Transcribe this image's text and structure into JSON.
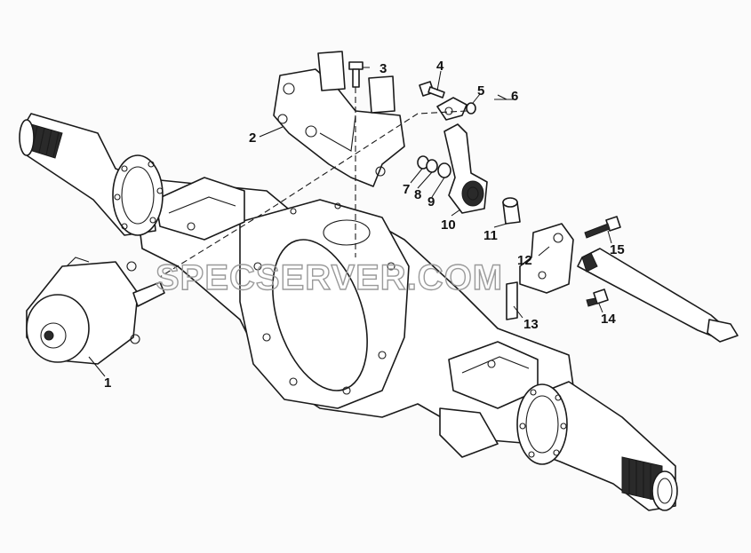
{
  "diagram": {
    "watermark": "SPECSERVER.COM",
    "callouts": [
      {
        "id": "1",
        "label": "1"
      },
      {
        "id": "2",
        "label": "2"
      },
      {
        "id": "3",
        "label": "3"
      },
      {
        "id": "4",
        "label": "4"
      },
      {
        "id": "5",
        "label": "5"
      },
      {
        "id": "6",
        "label": "6"
      },
      {
        "id": "7",
        "label": "7"
      },
      {
        "id": "8",
        "label": "8"
      },
      {
        "id": "9",
        "label": "9"
      },
      {
        "id": "10",
        "label": "10"
      },
      {
        "id": "11",
        "label": "11"
      },
      {
        "id": "12",
        "label": "12"
      },
      {
        "id": "13",
        "label": "13"
      },
      {
        "id": "14",
        "label": "14"
      },
      {
        "id": "15",
        "label": "15"
      }
    ]
  }
}
